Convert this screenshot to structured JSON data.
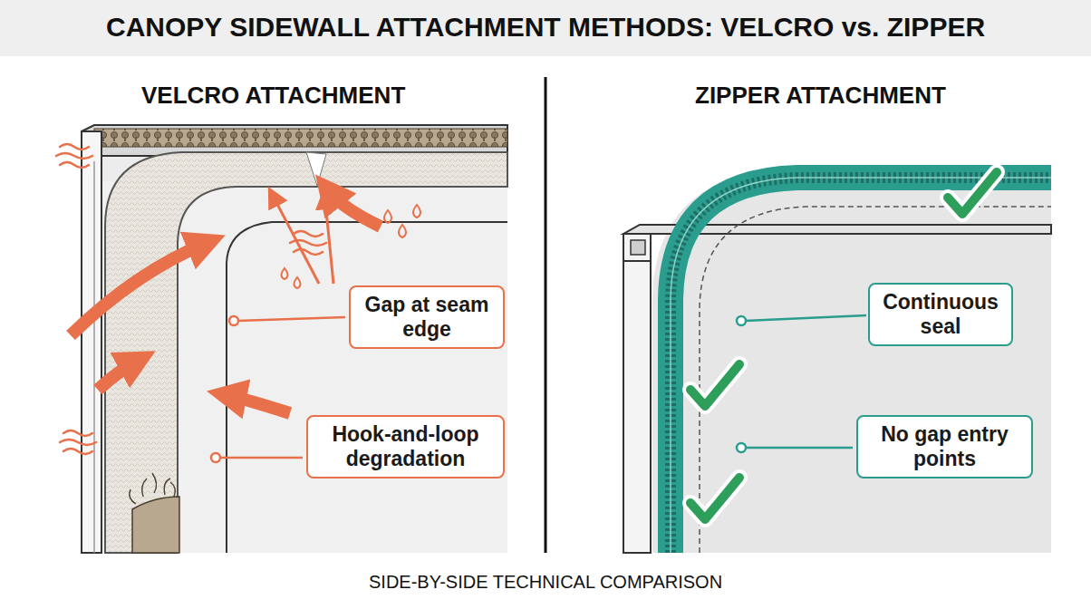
{
  "diagram": {
    "title": "CANOPY SIDEWALL ATTACHMENT METHODS: VELCRO vs. ZIPPER",
    "caption": "SIDE-BY-SIDE TECHNICAL COMPARISON",
    "nodes": [
      {
        "text": [
          "Gap at seam edge"
        ]
      },
      {
        "text": [
          "Hook-and-loop degradation"
        ]
      },
      {
        "text": [
          "Continuous seal"
        ]
      },
      {
        "text": [
          "No gap entry points"
        ]
      }
    ],
    "labels": [
      "VELCRO ATTACHMENT",
      "ZIPPER ATTACHMENT"
    ]
  }
}
